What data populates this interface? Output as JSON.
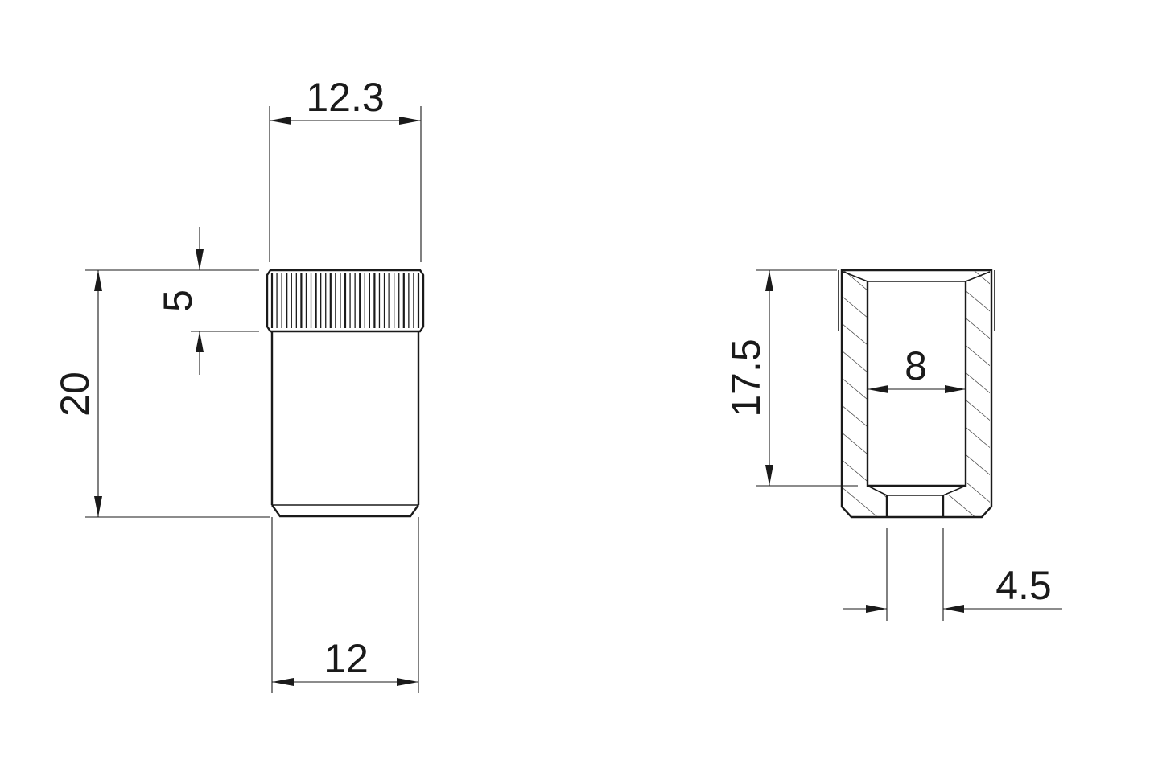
{
  "drawing": {
    "dimensions": {
      "head_width": "12.3",
      "knurl_height": "5",
      "total_length": "20",
      "body_width": "12",
      "bore_depth": "17.5",
      "bore_diameter": "8",
      "hole_diameter": "4.5"
    },
    "colors": {
      "line": "#1a1a1a",
      "background": "#ffffff"
    }
  }
}
